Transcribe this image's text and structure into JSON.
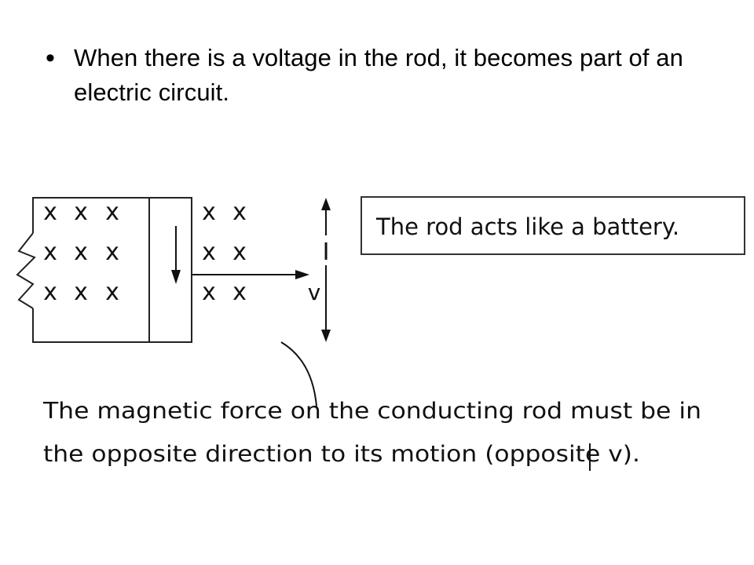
{
  "slide": {
    "bullet_text": "When there is a voltage in the rod, it becomes part of an electric circuit."
  },
  "diagram": {
    "field_symbol": "x",
    "current_label": "I",
    "velocity_label": "v",
    "callout_box_text": "The rod acts like a battery.",
    "caption_line1": "The magnetic force on the conducting rod must be in",
    "caption_line2": "the opposite direction to its motion (opposite v)."
  },
  "colors": {
    "ink": "#111111",
    "box_border": "#333333"
  }
}
